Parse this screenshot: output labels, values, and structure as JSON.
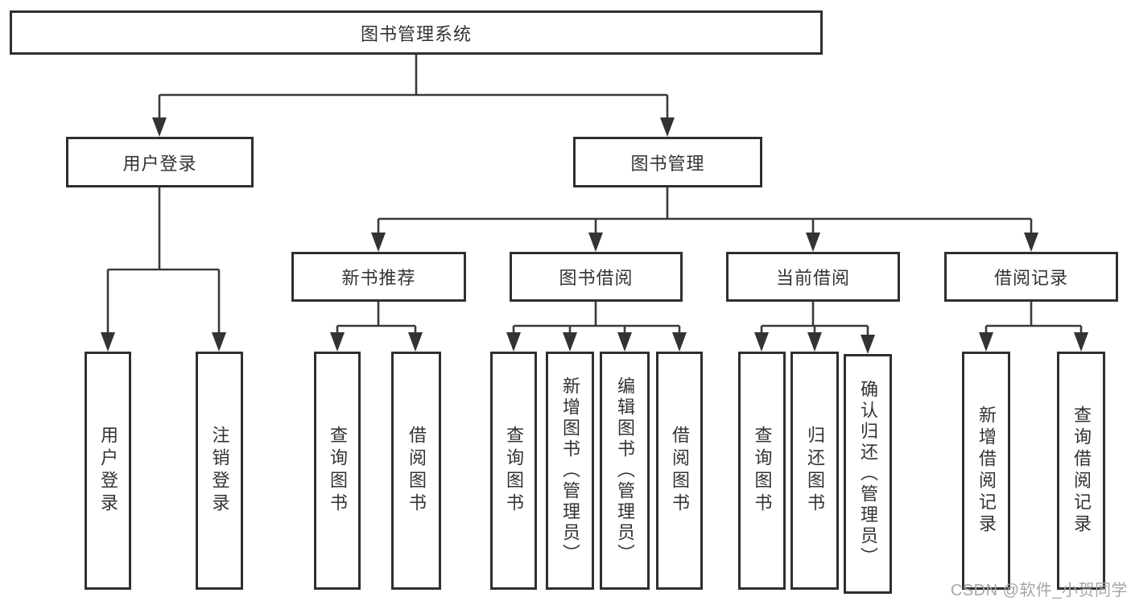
{
  "diagram": {
    "root": "图书管理系统",
    "level2": {
      "user_login": "用户登录",
      "book_management": "图书管理"
    },
    "level3": {
      "new_books": "新书推荐",
      "book_borrow": "图书借阅",
      "current_borrow": "当前借阅",
      "borrow_records": "借阅记录"
    },
    "leaves": {
      "user_login": [
        "用户登录",
        "注销登录"
      ],
      "new_books": [
        "查询图书",
        "借阅图书"
      ],
      "book_borrow": [
        "查询图书",
        "新增图书（管理员）",
        "编辑图书（管理员）",
        "借阅图书"
      ],
      "current_borrow": [
        "查询图书",
        "归还图书",
        "确认归还（管理员）"
      ],
      "borrow_records": [
        "新增借阅记录",
        "查询借阅记录"
      ]
    }
  },
  "watermark": "CSDN @软件_小贺同学",
  "colors": {
    "line": "#3a3a3a",
    "box_border": "#2f2f2f",
    "text": "#333333",
    "watermark_text": "#a6a6a6",
    "background": "#ffffff"
  }
}
